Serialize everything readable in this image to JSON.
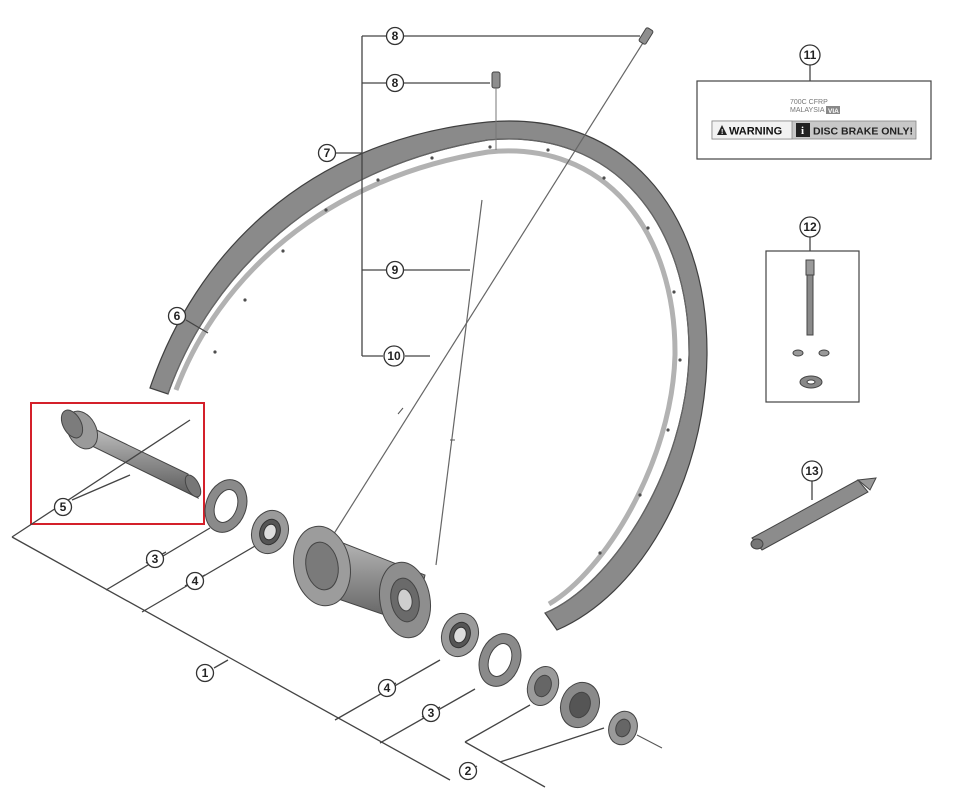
{
  "callouts": [
    {
      "id": "c8a",
      "label": "8"
    },
    {
      "id": "c8b",
      "label": "8"
    },
    {
      "id": "c7",
      "label": "7"
    },
    {
      "id": "c9",
      "label": "9"
    },
    {
      "id": "c10",
      "label": "10"
    },
    {
      "id": "c6",
      "label": "6"
    },
    {
      "id": "c5",
      "label": "5"
    },
    {
      "id": "c3a",
      "label": "3"
    },
    {
      "id": "c4a",
      "label": "4"
    },
    {
      "id": "c1",
      "label": "1"
    },
    {
      "id": "c4b",
      "label": "4"
    },
    {
      "id": "c3b",
      "label": "3"
    },
    {
      "id": "c2",
      "label": "2"
    },
    {
      "id": "c11",
      "label": "11"
    },
    {
      "id": "c12",
      "label": "12"
    },
    {
      "id": "c13",
      "label": "13"
    }
  ],
  "sticker": {
    "line1": "700C CFRP",
    "line2": "MALAYSIA",
    "badge": "VIA",
    "warning": "WARNING",
    "info_glyph": "i",
    "message": "DISC BRAKE ONLY!"
  },
  "colors": {
    "highlight": "#d4202a",
    "part_fill": "#8c8c8c",
    "part_dark": "#555555",
    "line": "#444444"
  }
}
